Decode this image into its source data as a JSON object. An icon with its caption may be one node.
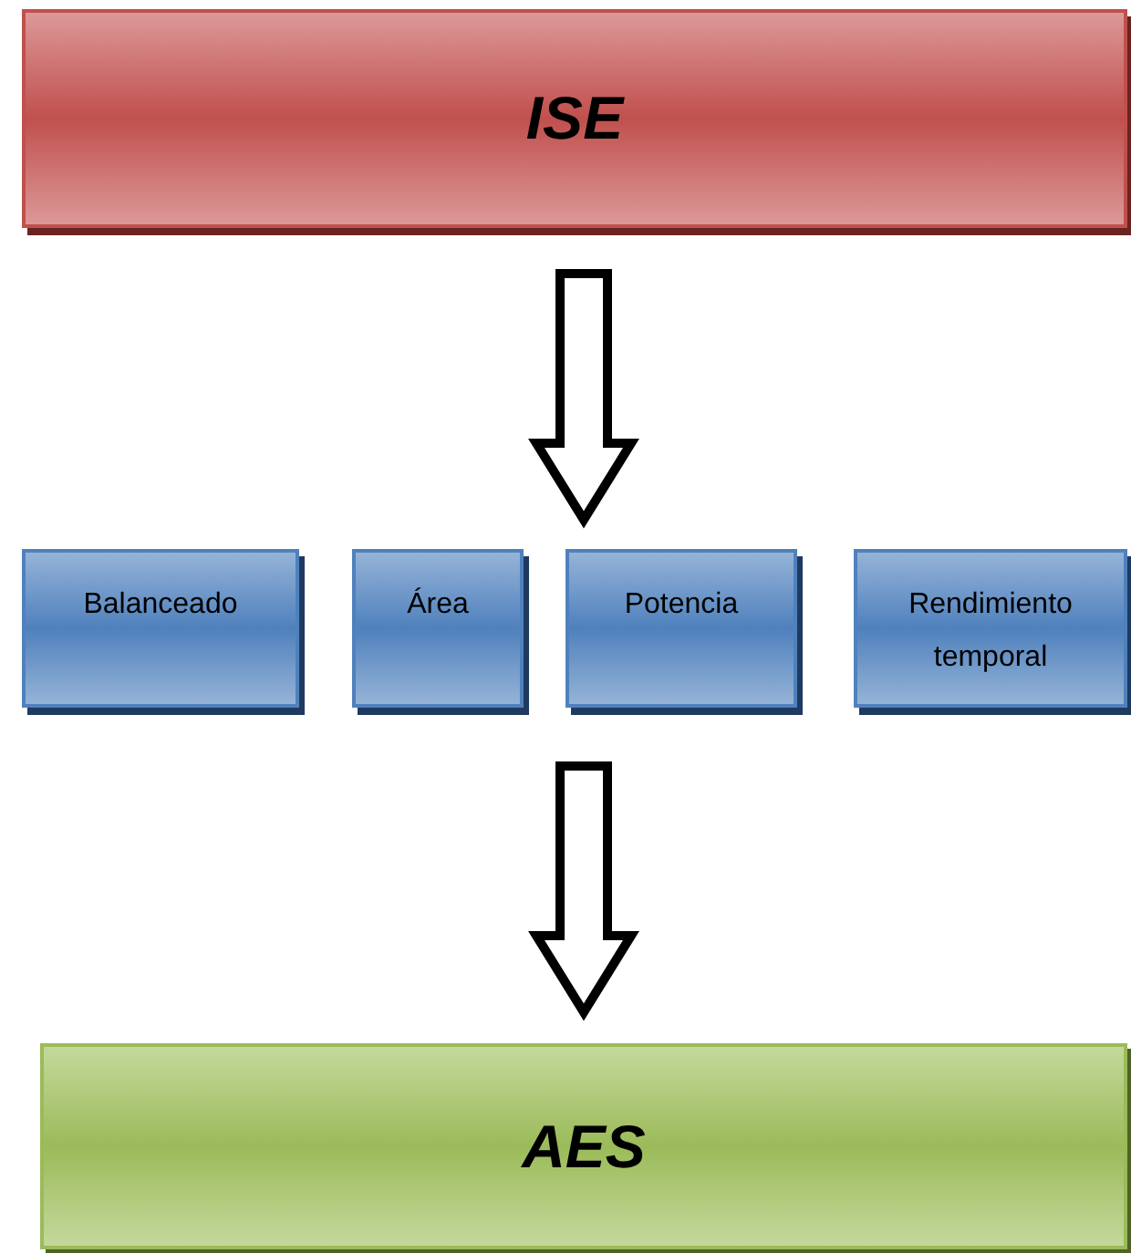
{
  "diagram": {
    "nodes": [
      {
        "text": [
          "ISE"
        ]
      },
      {
        "text": [
          "Balanceado"
        ]
      },
      {
        "text": [
          "Área"
        ]
      },
      {
        "text": [
          "Potencia"
        ]
      },
      {
        "text": [
          "Rendimiento temporal"
        ]
      },
      {
        "text": [
          "AES"
        ]
      }
    ],
    "edges": [
      {
        "from": 0,
        "to": 3,
        "arrow": "to",
        "style": "thick"
      },
      {
        "from": 3,
        "to": 5,
        "arrow": "to",
        "style": "thick"
      }
    ]
  }
}
